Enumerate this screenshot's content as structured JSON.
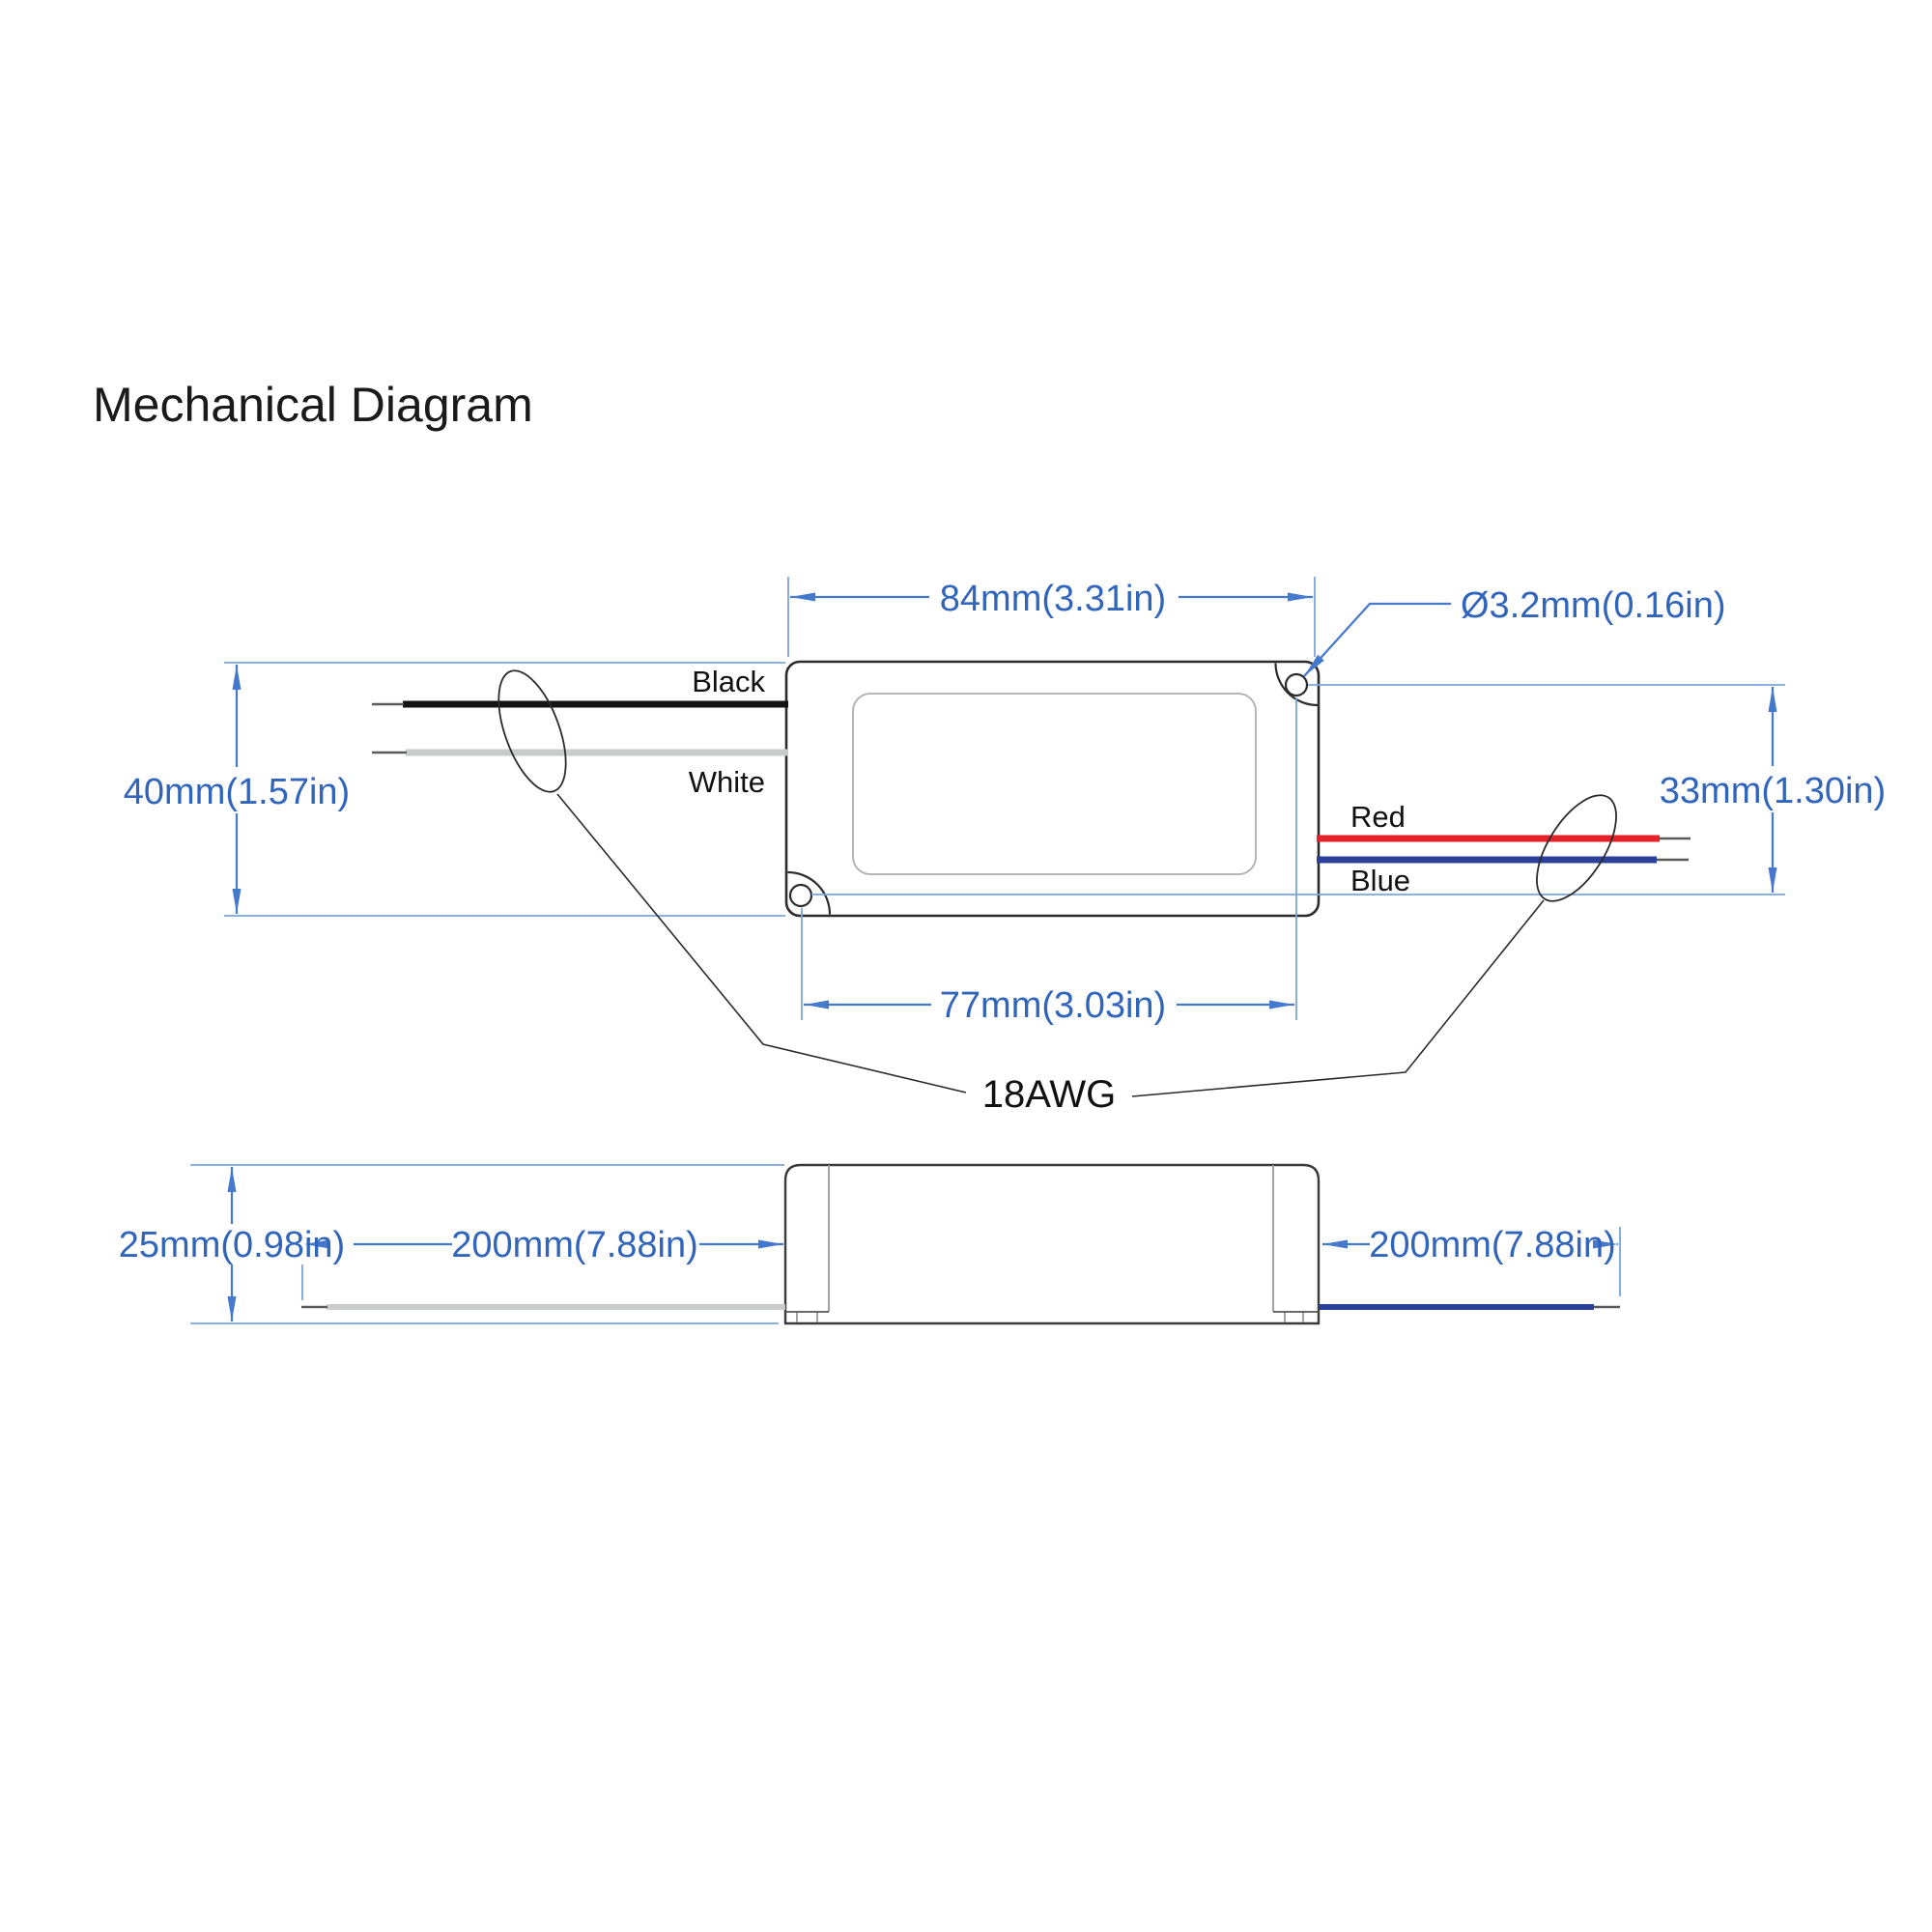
{
  "title": "Mechanical Diagram",
  "top_view": {
    "dim_width": "84mm(3.31in)",
    "dim_hole_diameter": "Ø3.2mm(0.16in)",
    "dim_height": "40mm(1.57in)",
    "dim_hole_vspacing": "33mm(1.30in)",
    "dim_hole_hspacing": "77mm(3.03in)",
    "wires": {
      "black": "Black",
      "white": "White",
      "red": "Red",
      "blue": "Blue"
    },
    "wire_gauge": "18AWG"
  },
  "side_view": {
    "dim_height": "25mm(0.98in)",
    "dim_wire_left": "200mm(7.88in)",
    "dim_wire_right": "200mm(7.88in)"
  },
  "colors": {
    "dimension_text": "#3165bb",
    "dimension_line": "#4579cd",
    "extension_line": "#79a6dc",
    "label_text": "#111111",
    "wire_black": "#141414",
    "wire_white": "#c9cacc",
    "wire_red": "#e62129",
    "wire_blue": "#2b4099",
    "wire_tip": "#5a5a5a"
  }
}
